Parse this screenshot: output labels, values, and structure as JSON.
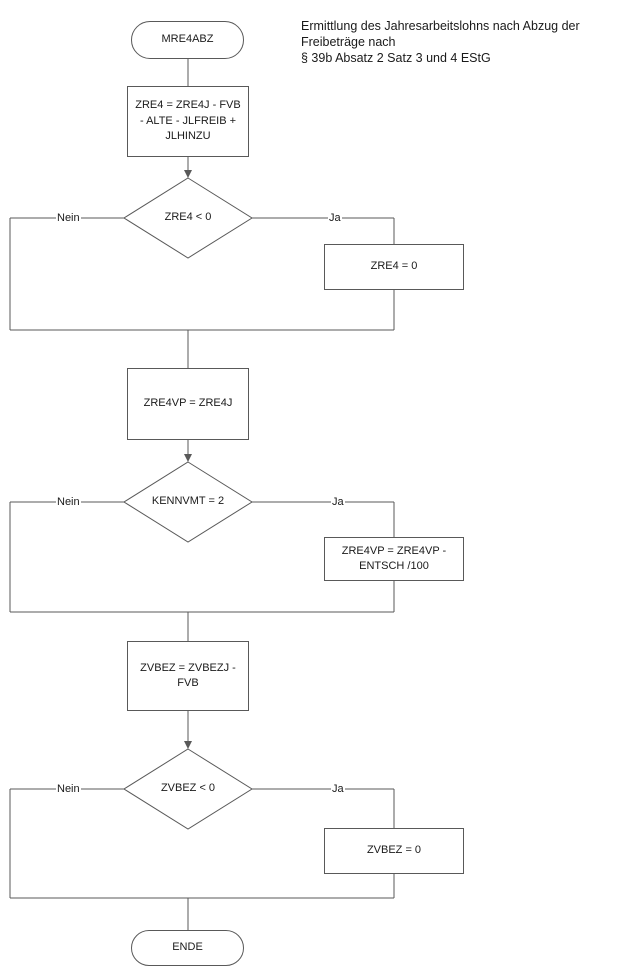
{
  "annotation": {
    "lines": [
      "Ermittlung des Jahresarbeitslohns nach Abzug der",
      "Freibeträge nach",
      "§ 39b Absatz 2 Satz 3 und 4 EStG"
    ]
  },
  "flow": {
    "start": {
      "label": "MRE4ABZ"
    },
    "assign_zre4": {
      "label": "ZRE4 = ZRE4J - FVB - ALTE - JLFREIB  + JLHINZU"
    },
    "decision_zre4": {
      "label": "ZRE4 < 0",
      "no_label": "Nein",
      "yes_label": "Ja"
    },
    "set_zre4_zero": {
      "label": "ZRE4 = 0"
    },
    "assign_zre4vp": {
      "label": "ZRE4VP = ZRE4J"
    },
    "decision_kennvmt": {
      "label": "KENNVMT = 2",
      "no_label": "Nein",
      "yes_label": "Ja"
    },
    "adjust_zre4vp": {
      "label": "ZRE4VP = ZRE4VP - ENTSCH /100"
    },
    "assign_zvbez": {
      "label": "ZVBEZ = ZVBEZJ - FVB"
    },
    "decision_zvbez": {
      "label": "ZVBEZ < 0",
      "no_label": "Nein",
      "yes_label": "Ja"
    },
    "set_zvbez_zero": {
      "label": "ZVBEZ = 0"
    },
    "end": {
      "label": "ENDE"
    }
  },
  "colors": {
    "line_stroke": "#595959",
    "text": "#1a1a1a",
    "background": "#ffffff"
  }
}
